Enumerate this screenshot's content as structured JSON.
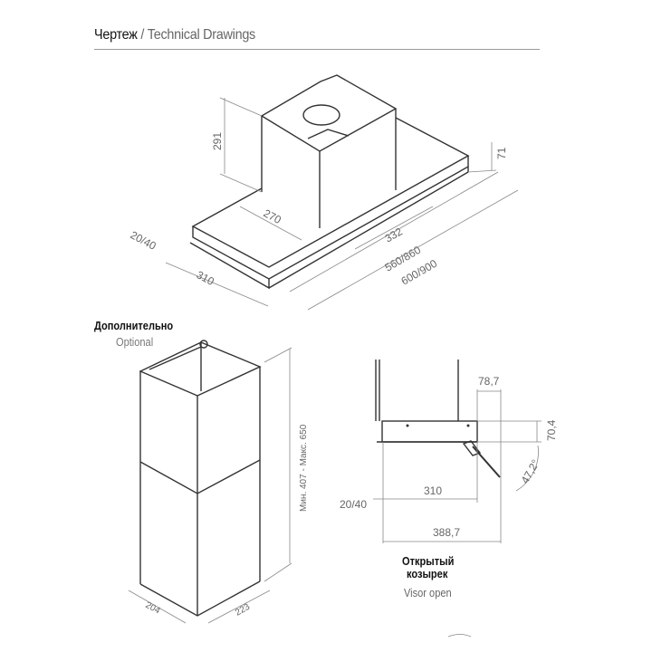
{
  "header": {
    "title_ru": "Чертеж",
    "title_sep": " / ",
    "title_en": "Technical Drawings"
  },
  "hood": {
    "dims": {
      "height": "291",
      "chimney_width": "270",
      "chimney_depth": "332",
      "width_inner": "560/860",
      "width_outer": "600/900",
      "depth": "310",
      "offset": "20/40",
      "visor_height": "71"
    }
  },
  "optional": {
    "label_ru": "Дополнительно",
    "label_en": "Optional",
    "height_range": "Мин. 407 - Макс. 650",
    "depth": "204",
    "width": "223"
  },
  "visor": {
    "label_ru_1": "Открытый",
    "label_ru_2": "козырек",
    "label_en": "Visor open",
    "dims": {
      "visor_depth": "78,7",
      "height": "70,4",
      "angle": "47,2°",
      "depth": "310",
      "offset": "20/40",
      "total_depth": "388,7"
    }
  }
}
